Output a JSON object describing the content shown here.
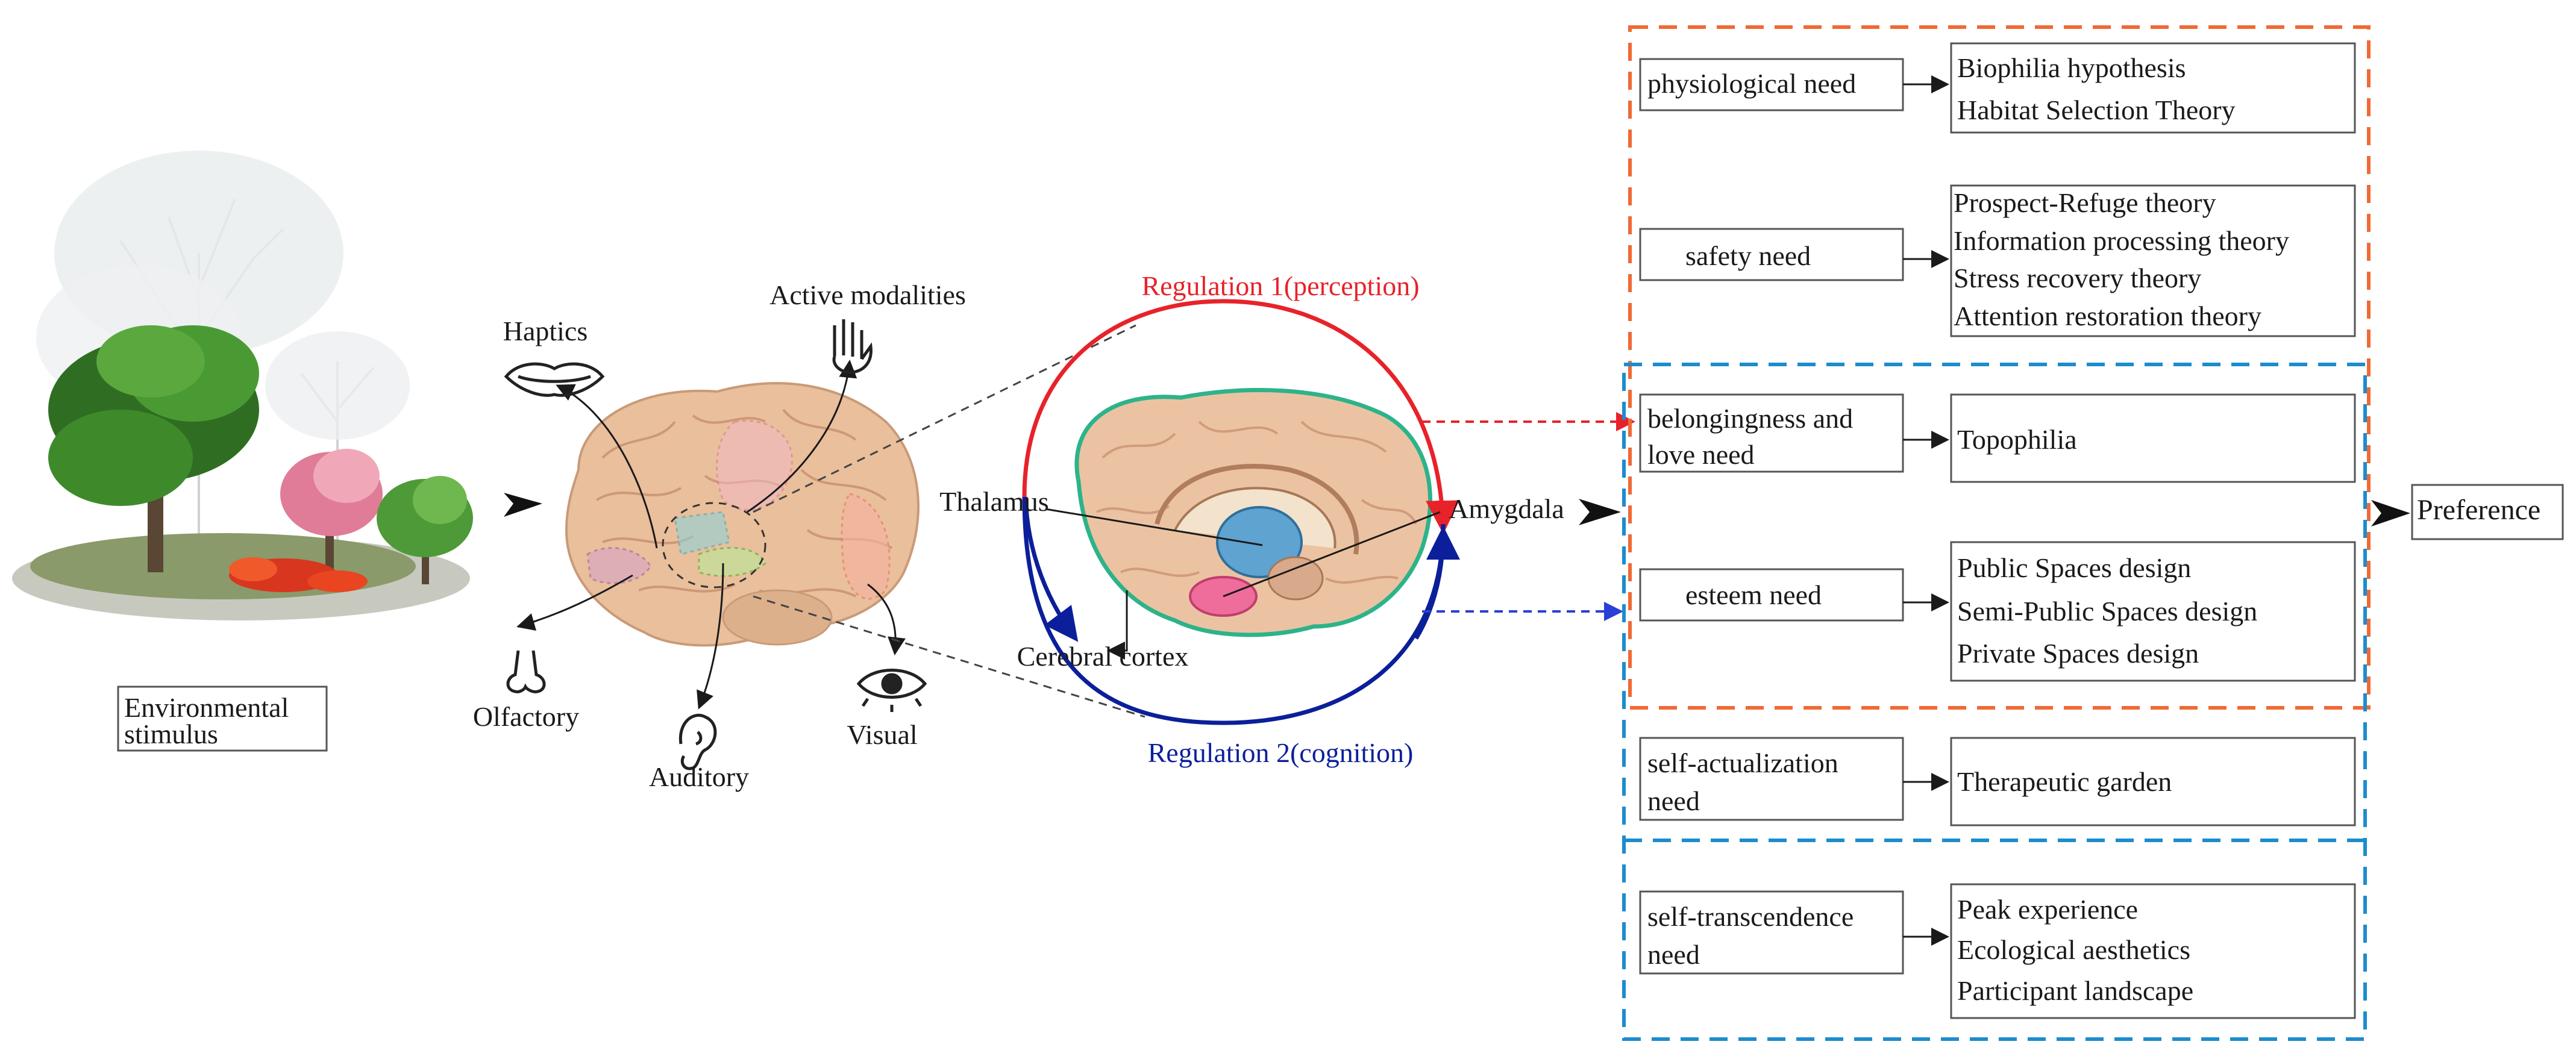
{
  "stimulus": {
    "line1": "Environmental",
    "line2": "stimulus"
  },
  "senses": {
    "haptics": "Haptics",
    "active": "Active modalities",
    "olfactory": "Olfactory",
    "auditory": "Auditory",
    "visual": "Visual"
  },
  "brain_labels": {
    "thalamus": "Thalamus",
    "amygdala": "Amygdala",
    "cortex": "Cerebral cortex",
    "reg1": "Regulation 1(perception)",
    "reg2": "Regulation 2(cognition)"
  },
  "needs": [
    {
      "lines": [
        "physiological need"
      ],
      "theories": [
        "Biophilia hypothesis",
        "Habitat Selection Theory"
      ]
    },
    {
      "lines": [
        "safety need"
      ],
      "theories": [
        "Prospect-Refuge theory",
        "Information processing theory",
        "Stress recovery theory",
        "Attention restoration theory"
      ]
    },
    {
      "lines": [
        "belongingness and",
        "love need"
      ],
      "theories": [
        "Topophilia"
      ]
    },
    {
      "lines": [
        "esteem need"
      ],
      "theories": [
        "Public Spaces design",
        "Semi-Public Spaces design",
        "Private Spaces design"
      ]
    },
    {
      "lines": [
        "self-actualization",
        "need"
      ],
      "theories": [
        "Therapeutic garden"
      ]
    },
    {
      "lines": [
        "self-transcendence",
        "need"
      ],
      "theories": [
        "Peak experience",
        "Ecological aesthetics",
        "Participant landscape"
      ]
    }
  ],
  "preference": "Preference",
  "colors": {
    "regulation1": "#e8222a",
    "regulation2": "#0c1f9a",
    "orange_group": "#f06a35",
    "blue_group": "#1d8ccc",
    "brain_outline": "#2db38a",
    "text": "#1a1a1a"
  }
}
